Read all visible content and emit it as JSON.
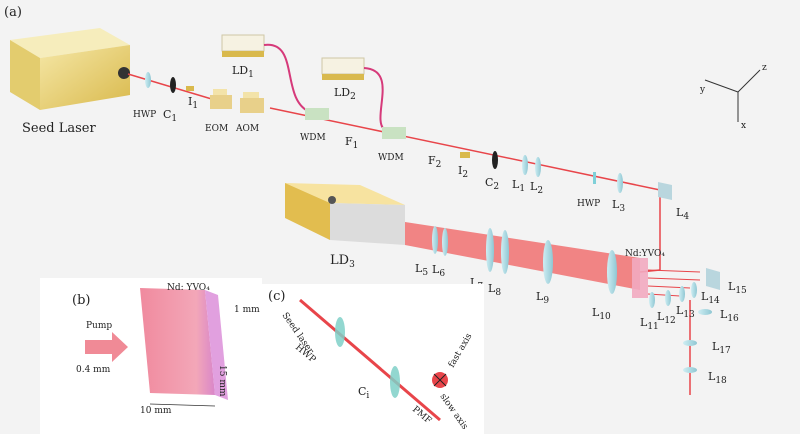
{
  "panel_labels": {
    "a": "(a)",
    "b": "(b)",
    "c": "(c)"
  },
  "seed_laser": "Seed Laser",
  "labels": {
    "hwp1": "HWP",
    "c1": "C",
    "c1_sub": "1",
    "i1": "I",
    "i1_sub": "1",
    "eom": "EOM",
    "aom": "AOM",
    "ld1": "LD",
    "ld1_sub": "1",
    "ld2": "LD",
    "ld2_sub": "2",
    "ld3": "LD",
    "ld3_sub": "3",
    "wdm1": "WDM",
    "wdm2": "WDM",
    "f1": "F",
    "f1_sub": "1",
    "f2": "F",
    "f2_sub": "2",
    "i2": "I",
    "i2_sub": "2",
    "c2": "C",
    "c2_sub": "2",
    "l1": "L",
    "l1_sub": "1",
    "l2": "L",
    "l2_sub": "2",
    "hwp2": "HWP",
    "l3": "L",
    "l3_sub": "3",
    "l4": "L",
    "l4_sub": "4",
    "l5": "L",
    "l5_sub": "5",
    "l6": "L",
    "l6_sub": "6",
    "l7": "L",
    "l7_sub": "7",
    "l8": "L",
    "l8_sub": "8",
    "l9": "L",
    "l9_sub": "9",
    "l10": "L",
    "l10_sub": "10",
    "l11": "L",
    "l11_sub": "11",
    "l12": "L",
    "l12_sub": "12",
    "l13": "L",
    "l13_sub": "13",
    "l14": "L",
    "l14_sub": "14",
    "l15": "L",
    "l15_sub": "15",
    "l16": "L",
    "l16_sub": "16",
    "l17": "L",
    "l17_sub": "17",
    "l18": "L",
    "l18_sub": "18",
    "ndyvo4_a": "Nd:YVO₄"
  },
  "axes": {
    "x": "x",
    "y": "y",
    "z": "z"
  },
  "panel_b": {
    "crystal": "Nd: YVO₄",
    "pump": "Pump",
    "dim_1mm": "1 mm",
    "dim_15mm": "15 mm",
    "dim_04mm": "0.4 mm",
    "dim_10mm": "10 mm"
  },
  "panel_c": {
    "seed": "Seed laser",
    "hwp": "HWP",
    "ci": "C",
    "ci_sub": "i",
    "pmf": "PMF",
    "fast": "fast axis",
    "slow": "slow axis"
  },
  "colors": {
    "beam": "#e8454a",
    "fiber": "#d63a7a",
    "gold": "#e8c45a",
    "lens": "#bfe3ea"
  }
}
